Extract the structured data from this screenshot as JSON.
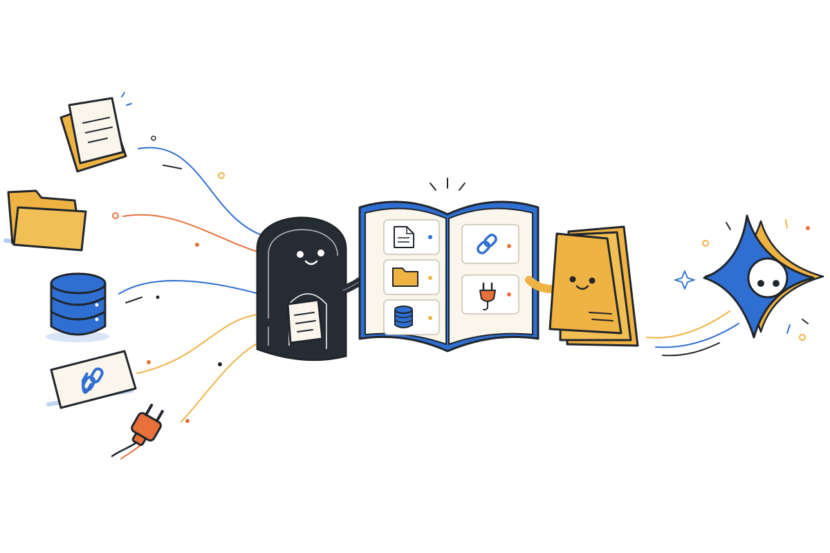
{
  "colors": {
    "ink": "#1f252b",
    "navy": "#262c33",
    "blue": "#2f6fd1",
    "orange": "#e8703a",
    "yellow": "#efb343",
    "paper": "#fbf6ec",
    "white": "#ffffff"
  },
  "sources": [
    {
      "name": "document",
      "icon": "document-icon"
    },
    {
      "name": "folder",
      "icon": "folder-icon"
    },
    {
      "name": "database",
      "icon": "database-icon"
    },
    {
      "name": "link",
      "icon": "link-icon"
    },
    {
      "name": "plug",
      "icon": "plug-icon"
    }
  ],
  "catalog": {
    "left_page": [
      "document-icon",
      "folder-icon",
      "database-icon"
    ],
    "right_page": [
      "link-icon",
      "plug-icon"
    ]
  },
  "characters": [
    "dark-blob-character",
    "yellow-booklet-character",
    "four-point-star-character"
  ]
}
